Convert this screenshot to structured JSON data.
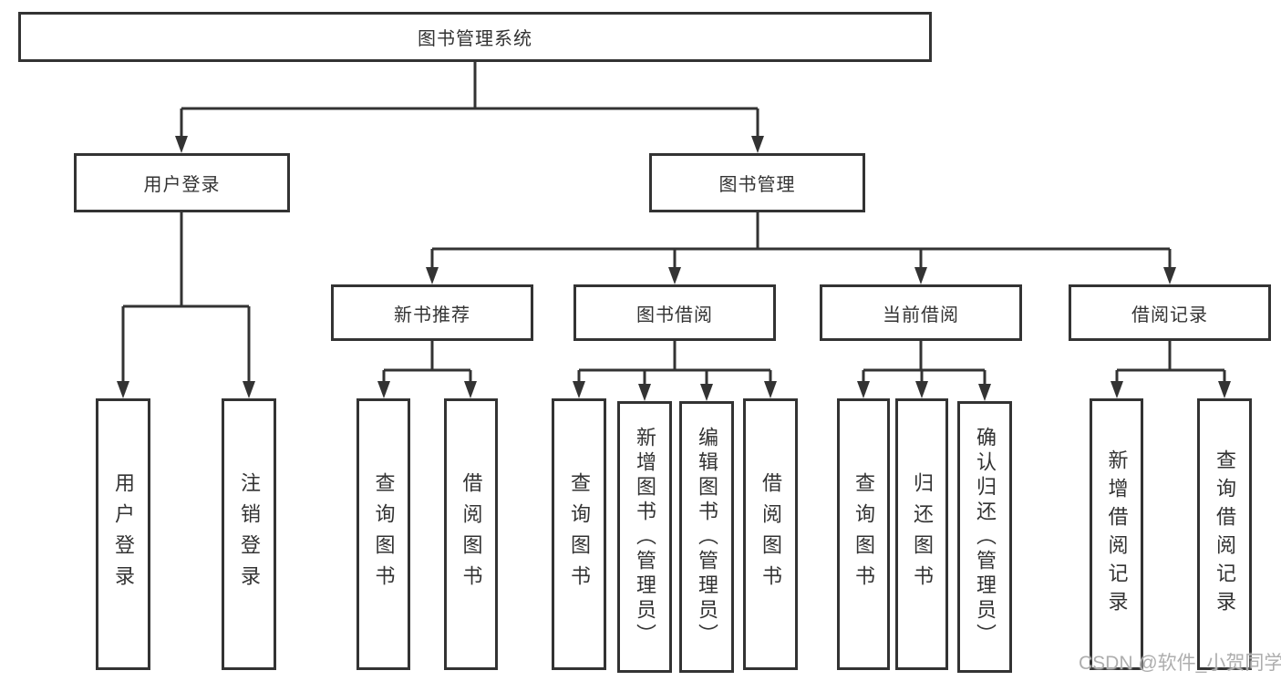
{
  "diagram": {
    "root": {
      "label": "图书管理系统"
    },
    "level2": [
      {
        "label": "用户登录"
      },
      {
        "label": "图书管理"
      }
    ],
    "level3": [
      {
        "label": "新书推荐"
      },
      {
        "label": "图书借阅"
      },
      {
        "label": "当前借阅"
      },
      {
        "label": "借阅记录"
      }
    ],
    "leaves": {
      "user_login": [
        "用户登录",
        "注销登录"
      ],
      "new_book": [
        "查询图书",
        "借阅图书"
      ],
      "book_borrow": [
        "查询图书",
        "新增图书（管理员）",
        "编辑图书（管理员）",
        "借阅图书"
      ],
      "current_borrow": [
        "查询图书",
        "归还图书",
        "确认归还（管理员）"
      ],
      "borrow_records": [
        "新增借阅记录",
        "查询借阅记录"
      ]
    }
  },
  "watermark": "CSDN @软件_小贺同学",
  "colors": {
    "line": "#333333",
    "box_border": "#333333",
    "text": "#333333",
    "watermark": "#aeaeae",
    "background": "#ffffff"
  }
}
